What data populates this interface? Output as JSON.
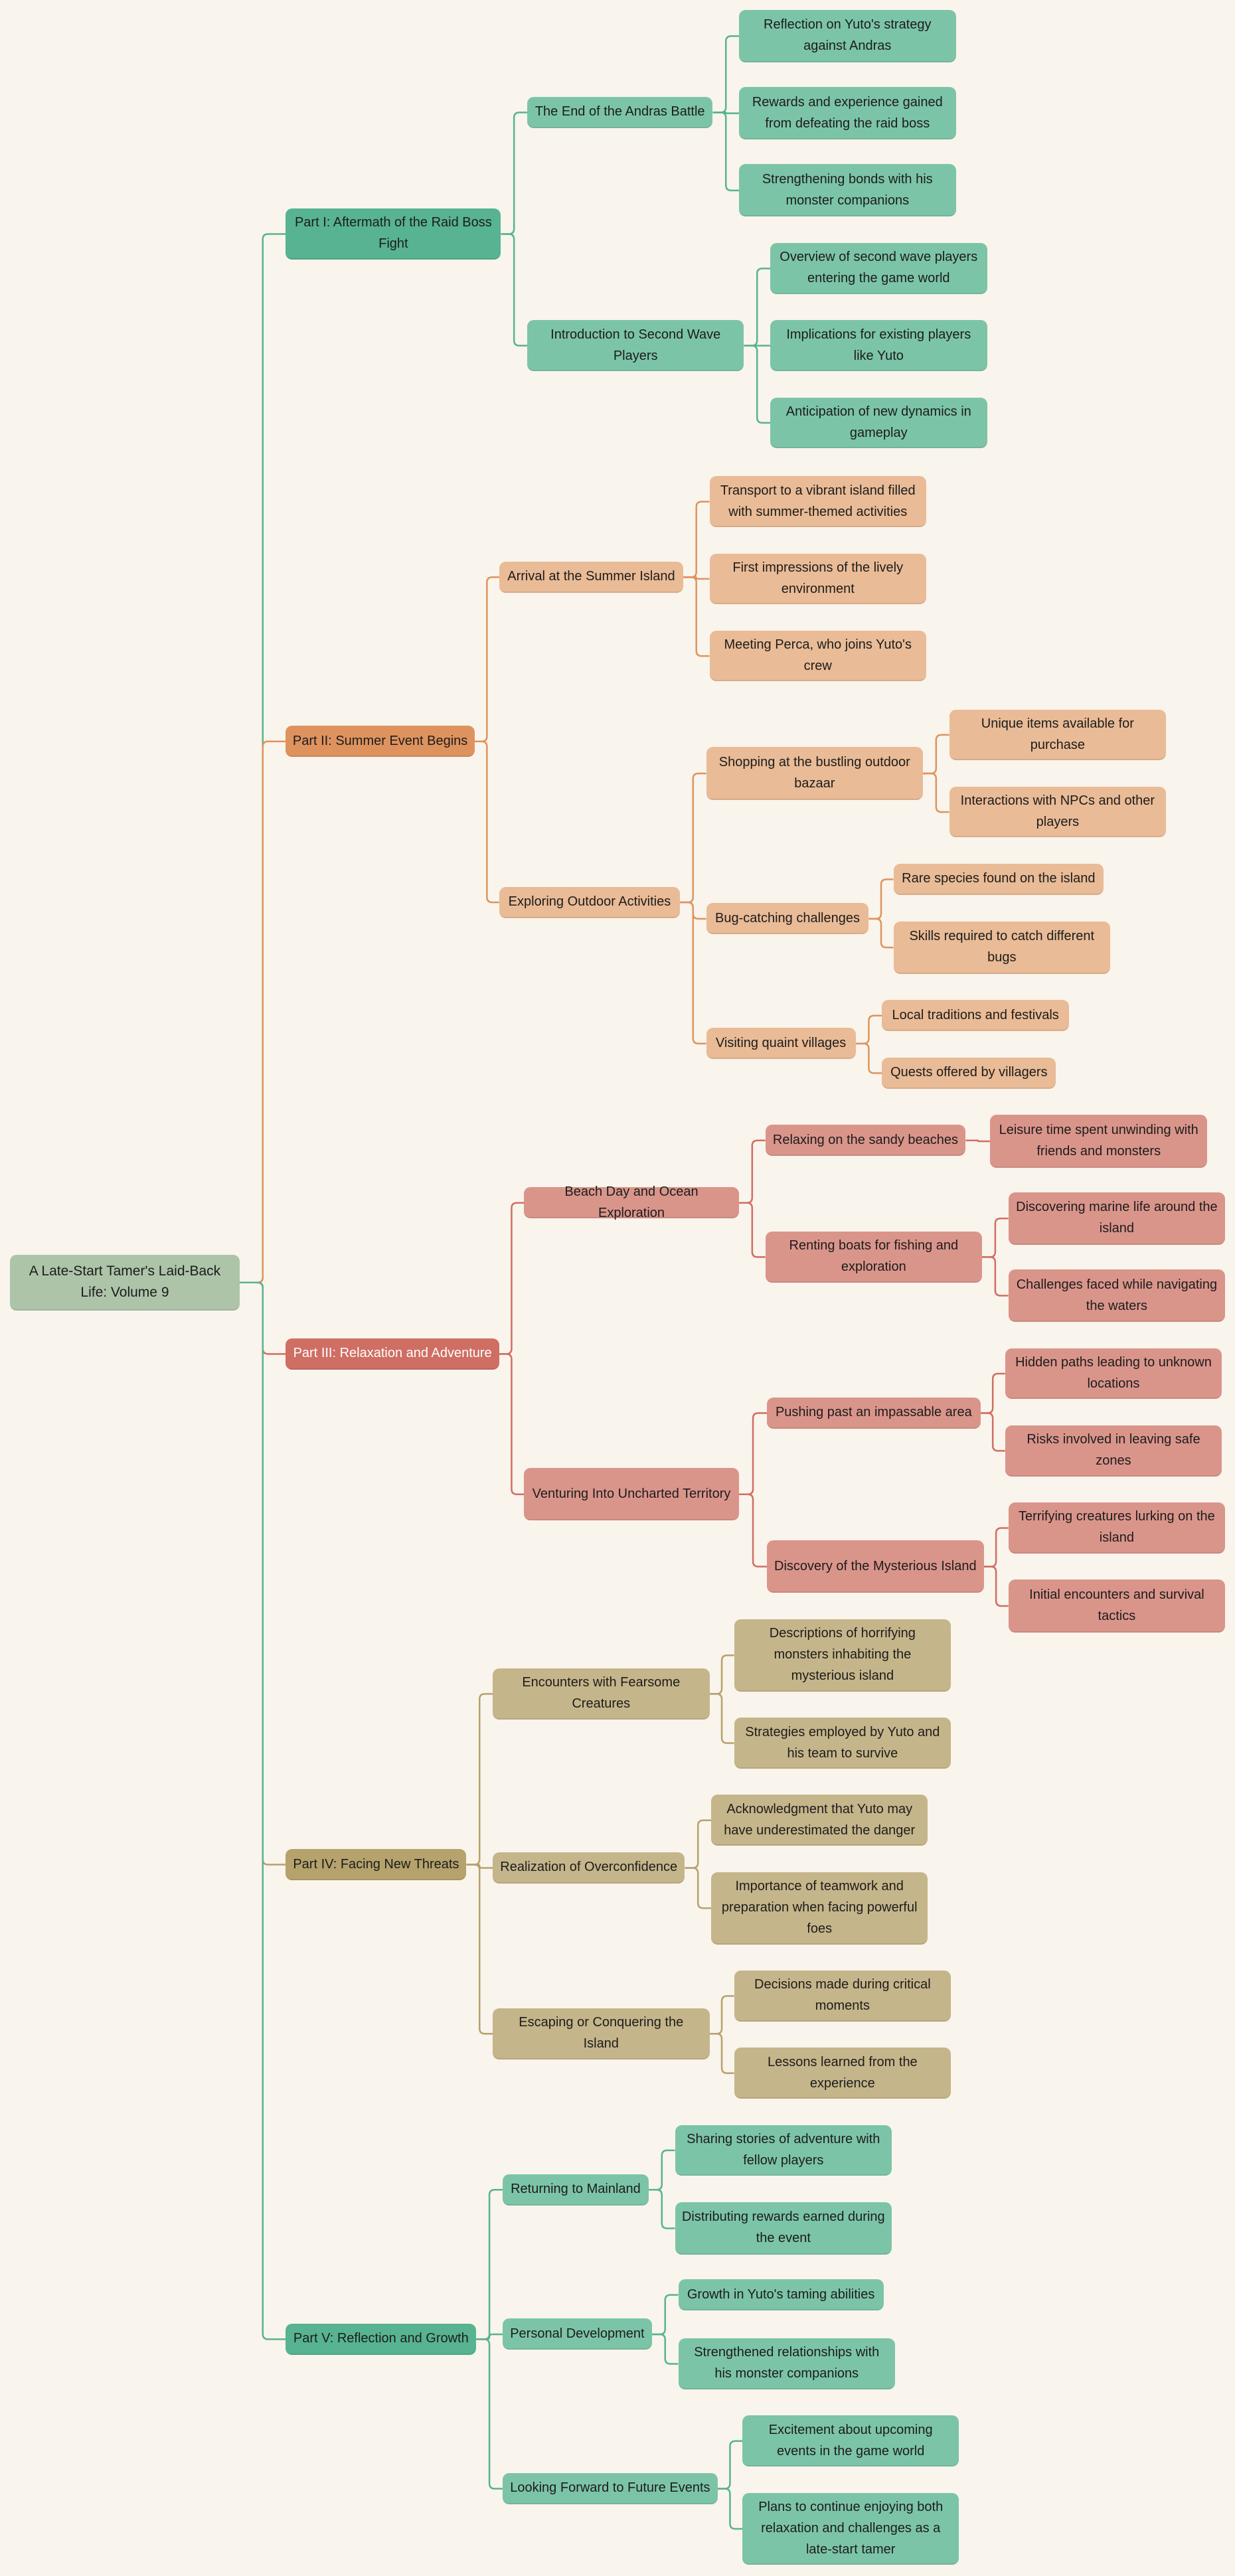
{
  "colors": {
    "background": "#f9f4ec",
    "root": "#adc4a9",
    "part1": "#57b391",
    "part1_child": "#7cc4a8",
    "part2": "#de935f",
    "part2_child": "#e9bb96",
    "part3": "#cf6e63",
    "part3_child": "#da958b",
    "part4": "#b5a26c",
    "part4_child": "#c5b58a",
    "part5": "#57b391",
    "part5_child": "#7cc4a8"
  },
  "mindmap": {
    "label": "A Late-Start Tamer's Laid-Back Life: Volume 9",
    "children": [
      {
        "label": "Part I: Aftermath of the Raid Boss Fight",
        "children": [
          {
            "label": "The End of the Andras Battle",
            "children": [
              {
                "label": "Reflection on Yuto's strategy against Andras"
              },
              {
                "label": "Rewards and experience gained from defeating the raid boss"
              },
              {
                "label": "Strengthening bonds with his monster companions"
              }
            ]
          },
          {
            "label": "Introduction to Second Wave Players",
            "children": [
              {
                "label": "Overview of second wave players entering the game world"
              },
              {
                "label": "Implications for existing players like Yuto"
              },
              {
                "label": "Anticipation of new dynamics in gameplay"
              }
            ]
          }
        ]
      },
      {
        "label": "Part II: Summer Event Begins",
        "children": [
          {
            "label": "Arrival at the Summer Island",
            "children": [
              {
                "label": "Transport to a vibrant island filled with summer-themed activities"
              },
              {
                "label": "First impressions of the lively environment"
              },
              {
                "label": "Meeting Perca, who joins Yuto's crew"
              }
            ]
          },
          {
            "label": "Exploring Outdoor Activities",
            "children": [
              {
                "label": "Shopping at the bustling outdoor bazaar",
                "children": [
                  {
                    "label": "Unique items available for purchase"
                  },
                  {
                    "label": "Interactions with NPCs and other players"
                  }
                ]
              },
              {
                "label": "Bug-catching challenges",
                "children": [
                  {
                    "label": "Rare species found on the island"
                  },
                  {
                    "label": "Skills required to catch different bugs"
                  }
                ]
              },
              {
                "label": "Visiting quaint villages",
                "children": [
                  {
                    "label": "Local traditions and festivals"
                  },
                  {
                    "label": "Quests offered by villagers"
                  }
                ]
              }
            ]
          }
        ]
      },
      {
        "label": "Part III: Relaxation and Adventure",
        "children": [
          {
            "label": "Beach Day and Ocean Exploration",
            "children": [
              {
                "label": "Relaxing on the sandy beaches",
                "children": [
                  {
                    "label": "Leisure time spent unwinding with friends and monsters"
                  }
                ]
              },
              {
                "label": "Renting boats for fishing and exploration",
                "children": [
                  {
                    "label": "Discovering marine life around the island"
                  },
                  {
                    "label": "Challenges faced while navigating the waters"
                  }
                ]
              }
            ]
          },
          {
            "label": "Venturing Into Uncharted Territory",
            "children": [
              {
                "label": "Pushing past an impassable area",
                "children": [
                  {
                    "label": "Hidden paths leading to unknown locations"
                  },
                  {
                    "label": "Risks involved in leaving safe zones"
                  }
                ]
              },
              {
                "label": "Discovery of the Mysterious Island",
                "children": [
                  {
                    "label": "Terrifying creatures lurking on the island"
                  },
                  {
                    "label": "Initial encounters and survival tactics"
                  }
                ]
              }
            ]
          }
        ]
      },
      {
        "label": "Part IV: Facing New Threats",
        "children": [
          {
            "label": "Encounters with Fearsome Creatures",
            "children": [
              {
                "label": "Descriptions of horrifying monsters inhabiting the mysterious island"
              },
              {
                "label": "Strategies employed by Yuto and his team to survive"
              }
            ]
          },
          {
            "label": "Realization of Overconfidence",
            "children": [
              {
                "label": "Acknowledgment that Yuto may have underestimated the danger"
              },
              {
                "label": "Importance of teamwork and preparation when facing powerful foes"
              }
            ]
          },
          {
            "label": "Escaping or Conquering the Island",
            "children": [
              {
                "label": "Decisions made during critical moments"
              },
              {
                "label": "Lessons learned from the experience"
              }
            ]
          }
        ]
      },
      {
        "label": "Part V: Reflection and Growth",
        "children": [
          {
            "label": "Returning to Mainland",
            "children": [
              {
                "label": "Sharing stories of adventure with fellow players"
              },
              {
                "label": "Distributing rewards earned during the event"
              }
            ]
          },
          {
            "label": "Personal Development",
            "children": [
              {
                "label": "Growth in Yuto's taming abilities"
              },
              {
                "label": "Strengthened relationships with his monster companions"
              }
            ]
          },
          {
            "label": "Looking Forward to Future Events",
            "children": [
              {
                "label": "Excitement about upcoming events in the game world"
              },
              {
                "label": "Plans to continue enjoying both relaxation and challenges as a late-start tamer"
              }
            ]
          }
        ]
      }
    ]
  }
}
